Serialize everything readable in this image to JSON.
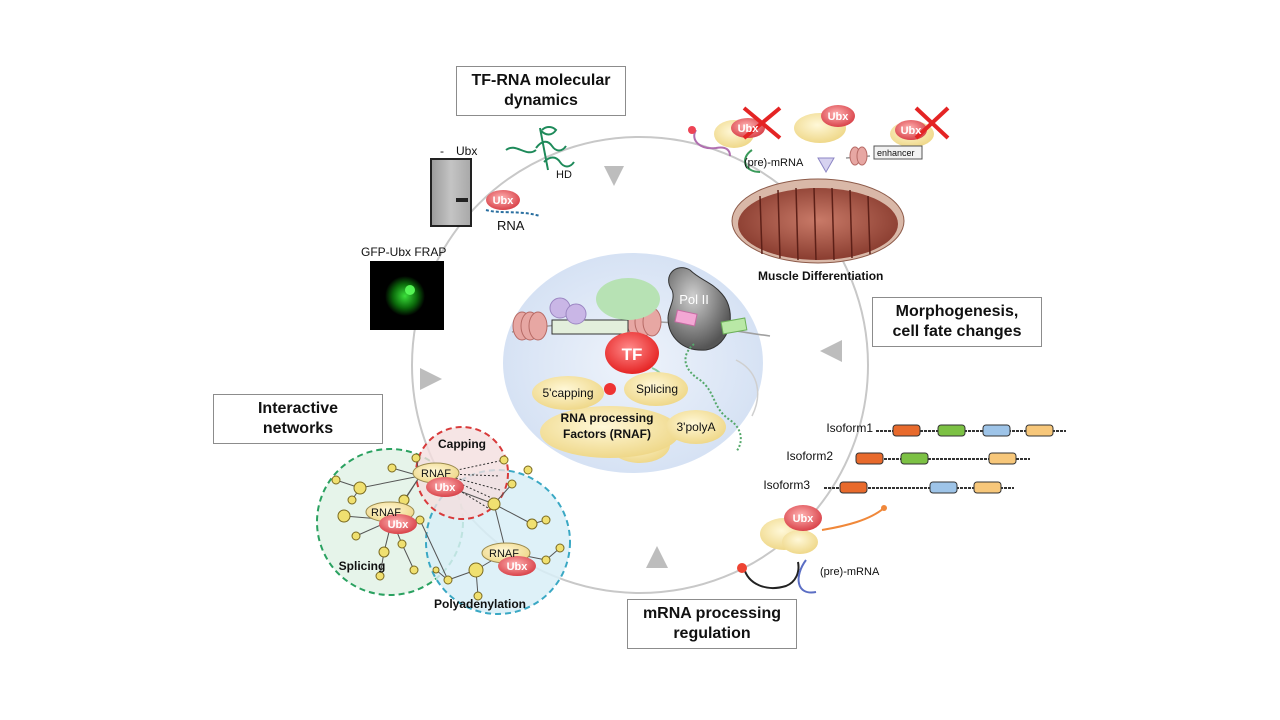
{
  "boxes": {
    "tf_rna": {
      "line1": "TF-RNA molecular",
      "line2": "dynamics"
    },
    "morpho": {
      "line1": "Morphogenesis,",
      "line2": "cell fate changes"
    },
    "mrna": {
      "line1": "mRNA processing",
      "line2": "regulation"
    },
    "networks": {
      "line1": "Interactive",
      "line2": "networks"
    }
  },
  "gel": {
    "minus": "-",
    "ubx": "Ubx",
    "rna": "RNA",
    "hd": "HD"
  },
  "frap": {
    "label": "GFP-Ubx  FRAP"
  },
  "top_right": {
    "pre_mrna": "(pre)-mRNA",
    "enhancer": "enhancer",
    "muscle": "Muscle  Differentiation"
  },
  "center": {
    "pol2": "Pol II",
    "tf": "TF",
    "capping": "5'capping",
    "splicing": "Splicing",
    "rnaf1": "RNA processing",
    "rnaf2": "Factors (RNAF)",
    "polya": "3'polyA"
  },
  "isoforms": [
    {
      "label": "Isoform1"
    },
    {
      "label": "Isoform2"
    },
    {
      "label": "Isoform3"
    }
  ],
  "bottom_right": {
    "pre_mrna": "(pre)-mRNA"
  },
  "network": {
    "capping": "Capping",
    "splicing": "Splicing",
    "polyadenylation": "Polyadenylation",
    "rnaf": "RNAF",
    "ubx": "Ubx"
  },
  "ubx_label": "Ubx",
  "colors": {
    "ubx": "#e8585e",
    "tf": "#ee3a3a",
    "factor": "#f6e5a0",
    "nucleus": "#dfe8f6"
  }
}
